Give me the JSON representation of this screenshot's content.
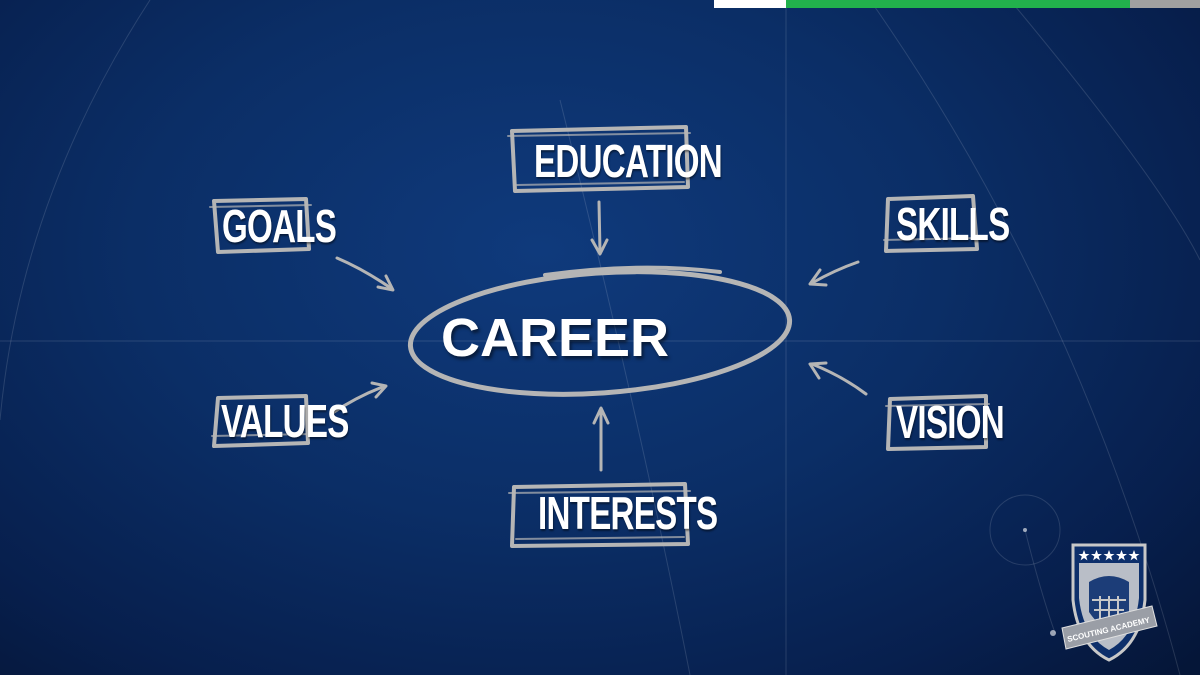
{
  "center": {
    "label": "CAREER"
  },
  "nodes": {
    "education": "EDUCATION",
    "goals": "GOALS",
    "skills": "SKILLS",
    "values": "VALUES",
    "vision": "VISION",
    "interests": "INTERESTS"
  },
  "logo": {
    "text": "SCOUTING ACADEMY",
    "stars": 5
  },
  "colors": {
    "background": "#0b2e66",
    "sketch": "#b5b5b5",
    "text": "#ffffff",
    "topbar": [
      "#ffffff",
      "#22b14c",
      "#a0a0a0"
    ]
  }
}
